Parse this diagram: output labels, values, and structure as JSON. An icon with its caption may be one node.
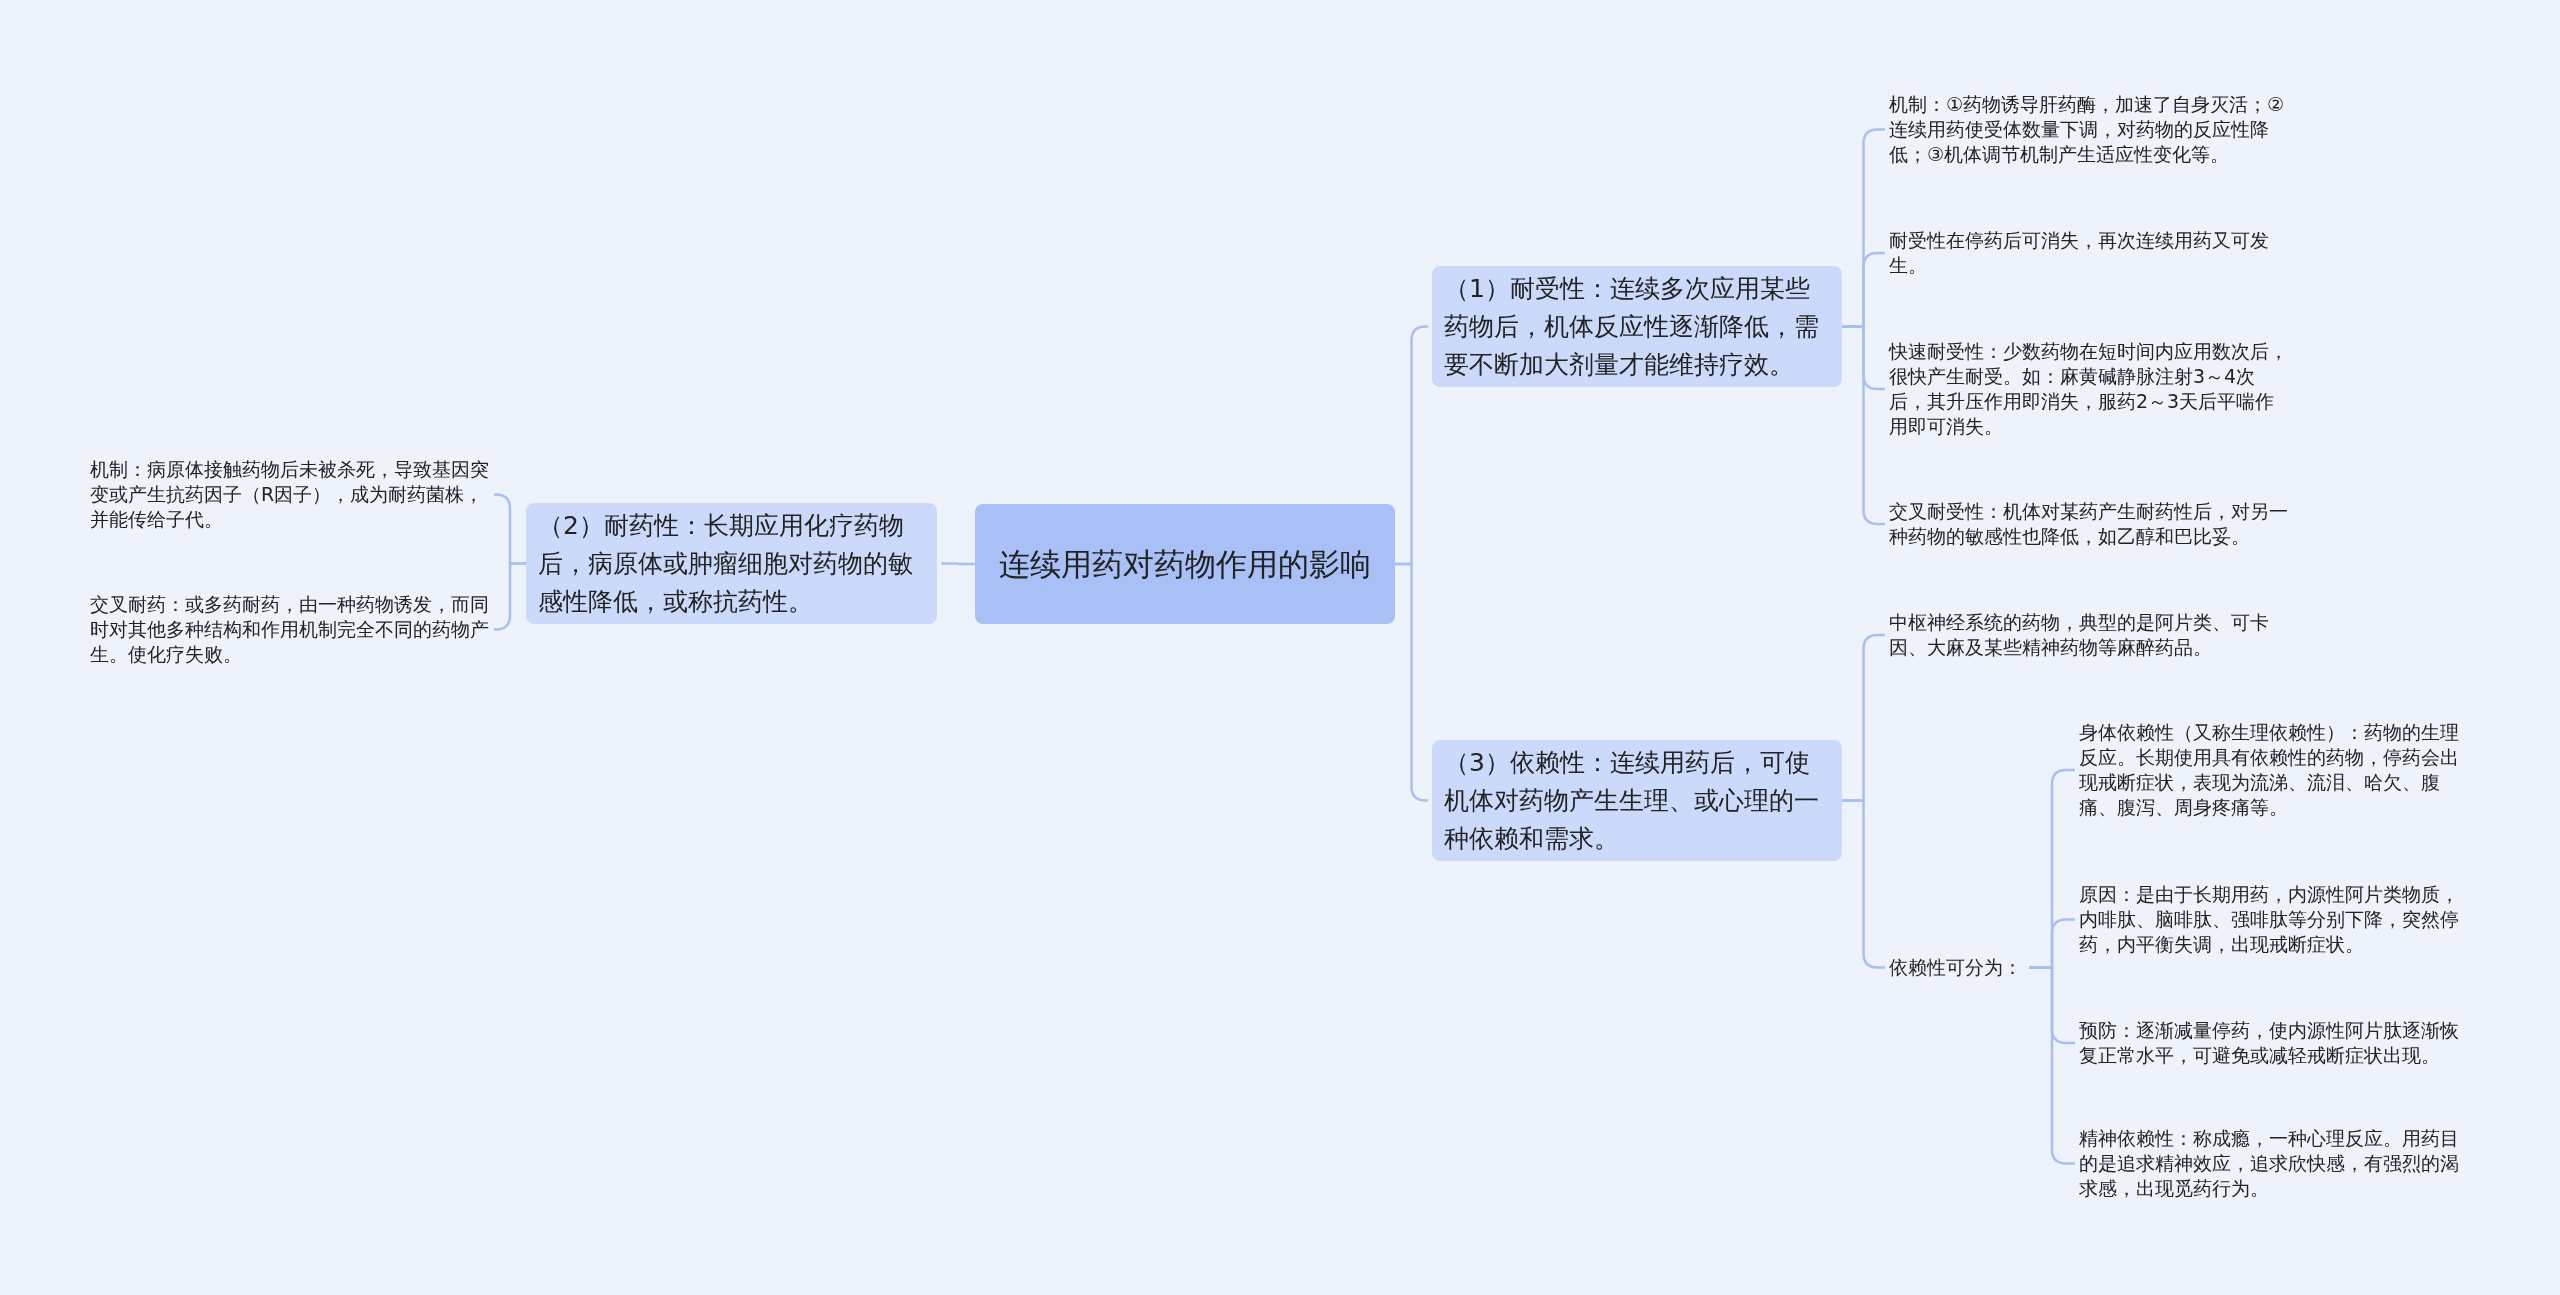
{
  "diagram": {
    "nodes": [
      {
        "text": [
          "连续用药对药物作用的影响"
        ]
      },
      {
        "text": [
          "（1）耐受性：连续多次应用某些药物后，机体反应性逐渐降低，需要不断加大剂量才能维持疗效。"
        ]
      },
      {
        "text": [
          "机制：①药物诱导肝药酶，加速了自身灭活；②连续用药使受体数量下调，对药物的反应性降低；③机体调节机制产生适应性变化等。"
        ]
      },
      {
        "text": [
          "耐受性在停药后可消失，再次连续用药又可发生。"
        ]
      },
      {
        "text": [
          "快速耐受性：少数药物在短时间内应用数次后，很快产生耐受。如：麻黄碱静脉注射3～4次后，其升压作用即消失，服药2～3天后平喘作用即可消失。"
        ]
      },
      {
        "text": [
          "交叉耐受性：机体对某药产生耐药性后，对另一种药物的敏感性也降低，如乙醇和巴比妥。"
        ]
      },
      {
        "text": [
          "（2）耐药性：长期应用化疗药物后，病原体或肿瘤细胞对药物的敏感性降低，或称抗药性。"
        ]
      },
      {
        "text": [
          "机制：病原体接触药物后未被杀死，导致基因突变或产生抗药因子（R因子），成为耐药菌株，并能传给子代。"
        ]
      },
      {
        "text": [
          "交叉耐药：或多药耐药，由一种药物诱发，而同时对其他多种结构和作用机制完全不同的药物产生。使化疗失败。"
        ]
      },
      {
        "text": [
          "（3）依赖性：连续用药后，可使机体对药物产生生理、或心理的一种依赖和需求。"
        ]
      },
      {
        "text": [
          "中枢神经系统的药物，典型的是阿片类、可卡因、大麻及某些精神药物等麻醉药品。"
        ]
      },
      {
        "text": [
          "依赖性可分为："
        ]
      },
      {
        "text": [
          "身体依赖性（又称生理依赖性）：药物的生理反应。长期使用具有依赖性的药物，停药会出现戒断症状，表现为流涕、流泪、哈欠、腹痛、腹泻、周身疼痛等。"
        ]
      },
      {
        "text": [
          "原因：是由于长期用药，内源性阿片类物质，内啡肽、脑啡肽、强啡肽等分别下降，突然停药，内平衡失调，出现戒断症状。"
        ]
      },
      {
        "text": [
          "预防：逐渐减量停药，使内源性阿片肽逐渐恢复正常水平，可避免或减轻戒断症状出现。"
        ]
      },
      {
        "text": [
          "精神依赖性：称成瘾，一种心理反应。用药目的是追求精神效应，追求欣快感，有强烈的渴求感，出现觅药行为。"
        ]
      }
    ],
    "edges": [
      {
        "from": 0,
        "to": 1,
        "arrow": "none"
      },
      {
        "from": 1,
        "to": 2,
        "arrow": "none"
      },
      {
        "from": 1,
        "to": 3,
        "arrow": "none"
      },
      {
        "from": 1,
        "to": 4,
        "arrow": "none"
      },
      {
        "from": 1,
        "to": 5,
        "arrow": "none"
      },
      {
        "from": 0,
        "to": 6,
        "arrow": "none"
      },
      {
        "from": 6,
        "to": 7,
        "arrow": "none"
      },
      {
        "from": 6,
        "to": 8,
        "arrow": "none"
      },
      {
        "from": 0,
        "to": 9,
        "arrow": "none"
      },
      {
        "from": 9,
        "to": 10,
        "arrow": "none"
      },
      {
        "from": 9,
        "to": 11,
        "arrow": "none"
      },
      {
        "from": 11,
        "to": 12,
        "arrow": "none"
      },
      {
        "from": 11,
        "to": 13,
        "arrow": "none"
      },
      {
        "from": 11,
        "to": 14,
        "arrow": "none"
      },
      {
        "from": 11,
        "to": 15,
        "arrow": "none"
      }
    ]
  }
}
